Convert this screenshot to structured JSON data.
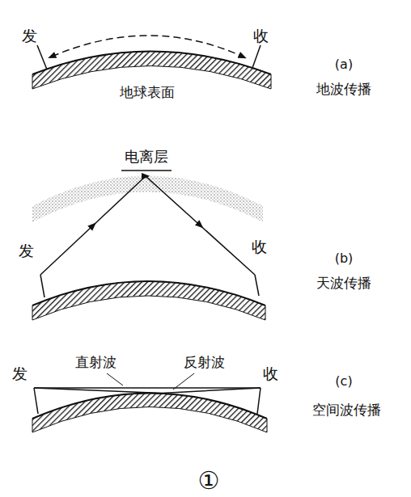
{
  "diagram": {
    "labels": [
      "发",
      "收",
      "地球表面",
      "(a)",
      "地波传播",
      "电离层",
      "发",
      "收",
      "(b)",
      "天波传播",
      "发",
      "直射波",
      "反射波",
      "收",
      "(c)",
      "空间波传播",
      "①"
    ]
  }
}
